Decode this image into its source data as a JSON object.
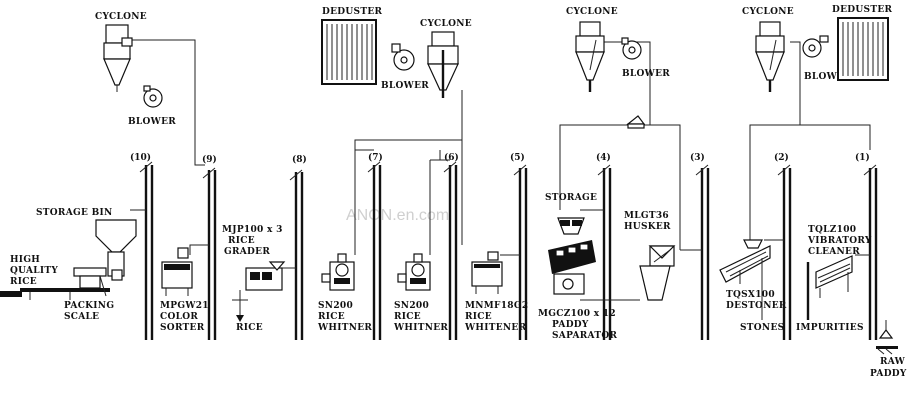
{
  "watermark": "ANON.en.com",
  "labels": {
    "cyclone_1": "CYCLONE",
    "blower_1": "BLOWER",
    "deduster_1": "DEDUSTER",
    "cyclone_2": "CYCLONE",
    "blower_2": "BLOWER",
    "cyclone_3": "CYCLONE",
    "blower_3": "BLOWER",
    "cyclone_4": "CYCLONE",
    "deduster_2": "DEDUSTER",
    "blower_4": "BLOWER",
    "storage_bin": "STORAGE BIN",
    "high_quality_rice": [
      "HIGH",
      "QUALITY",
      "RICE"
    ],
    "packing_scale": [
      "PACKING",
      "SCALE"
    ],
    "color_sorter": [
      "MPGW21",
      "COLOR",
      "SORTER"
    ],
    "rice_grader": [
      "MJP100 x 3",
      "RICE",
      "GRADER"
    ],
    "rice_output": "RICE",
    "whitener_1": [
      "SN200",
      "RICE",
      "WHITNER"
    ],
    "whitener_2": [
      "SN200",
      "RICE",
      "WHITNER"
    ],
    "whitener_3": [
      "MNMF18G2",
      "RICE",
      "WHITENER"
    ],
    "storage": "STORAGE",
    "paddy_separator": [
      "MGCZ100 x 12",
      "PADDY",
      "SAPARATOR"
    ],
    "husker": [
      "MLGT36",
      "HUSKER"
    ],
    "destoner": [
      "TQSX100",
      "DESTONER"
    ],
    "stones": "STONES",
    "impurities": "IMPURITIES",
    "vibratory_cleaner": [
      "TQLZ100",
      "VIBRATORY",
      "CLEANER"
    ],
    "raw_paddy": [
      "RAW",
      "PADDY"
    ]
  },
  "elevators": [
    "(10)",
    "(9)",
    "(8)",
    "(7)",
    "(6)",
    "(5)",
    "(4)",
    "(3)",
    "(2)",
    "(1)"
  ]
}
